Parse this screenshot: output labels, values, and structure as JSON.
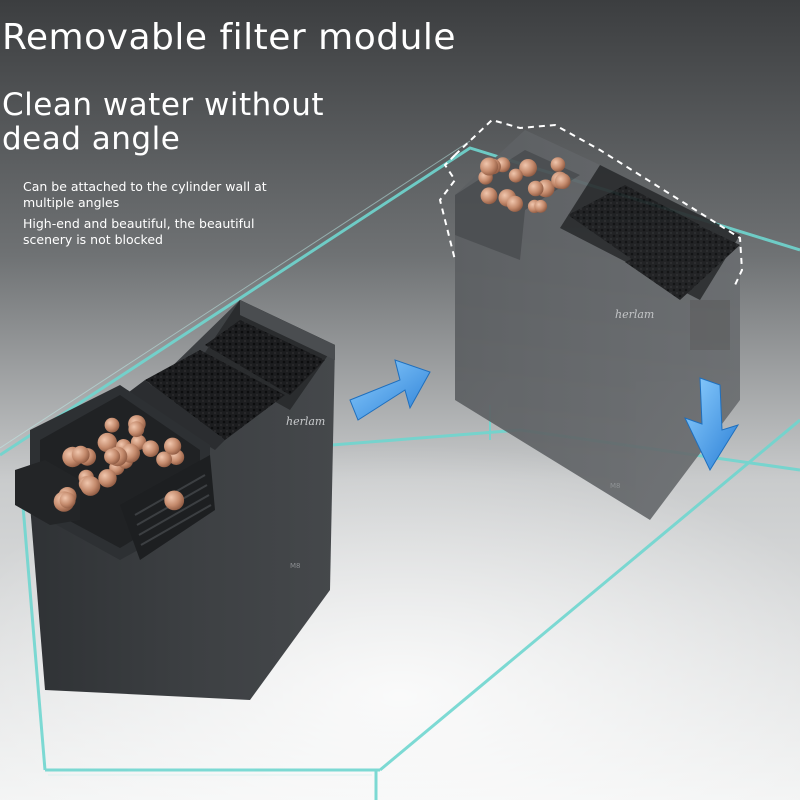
{
  "headline": {
    "title": "Removable filter module",
    "subtitle": "Clean water without dead angle"
  },
  "features": [
    "Can be attached to the cylinder wall at multiple angles",
    "High-end and beautiful, the beautiful scenery is not blocked"
  ],
  "product": {
    "brand_mark": "herlam",
    "model_mark": "M8"
  },
  "icons": {
    "arrow_right": "arrow-right-icon",
    "arrow_down": "arrow-down-icon"
  },
  "colors": {
    "background_top": "#3e4042",
    "background_bottom": "#f2f3f3",
    "glass_edge": "#6fd6cf",
    "filter_body": "#3a3d40",
    "arrow_blue": "#4aa3ea",
    "media_balls": "#c89378"
  }
}
